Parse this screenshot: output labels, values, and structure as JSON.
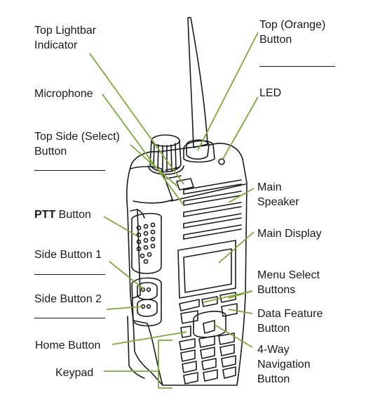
{
  "diagram": {
    "labels": {
      "top_lightbar_indicator": [
        "Top Lightbar",
        "Indicator"
      ],
      "microphone": "Microphone",
      "top_side_select_button": [
        "Top Side (Select)",
        "Button"
      ],
      "ptt_button": {
        "bold": "PTT",
        "rest": " Button"
      },
      "side_button_1": "Side Button 1",
      "side_button_2": "Side Button 2",
      "home_button": "Home Button",
      "keypad": "Keypad",
      "top_orange_button": [
        "Top (Orange)",
        "Button"
      ],
      "led": "LED",
      "main_speaker": [
        "Main",
        "Speaker"
      ],
      "main_display": "Main Display",
      "menu_select_buttons": [
        "Menu Select",
        "Buttons"
      ],
      "data_feature_button": [
        "Data Feature",
        "Button"
      ],
      "four_way_navigation_button": [
        "4-Way",
        "Navigation",
        "Button"
      ]
    },
    "colors": {
      "outline": "#1a1a1a",
      "leader_line": "#7fa83c",
      "leader_line_dark": "#5c8a2a",
      "background": "#ffffff"
    }
  }
}
